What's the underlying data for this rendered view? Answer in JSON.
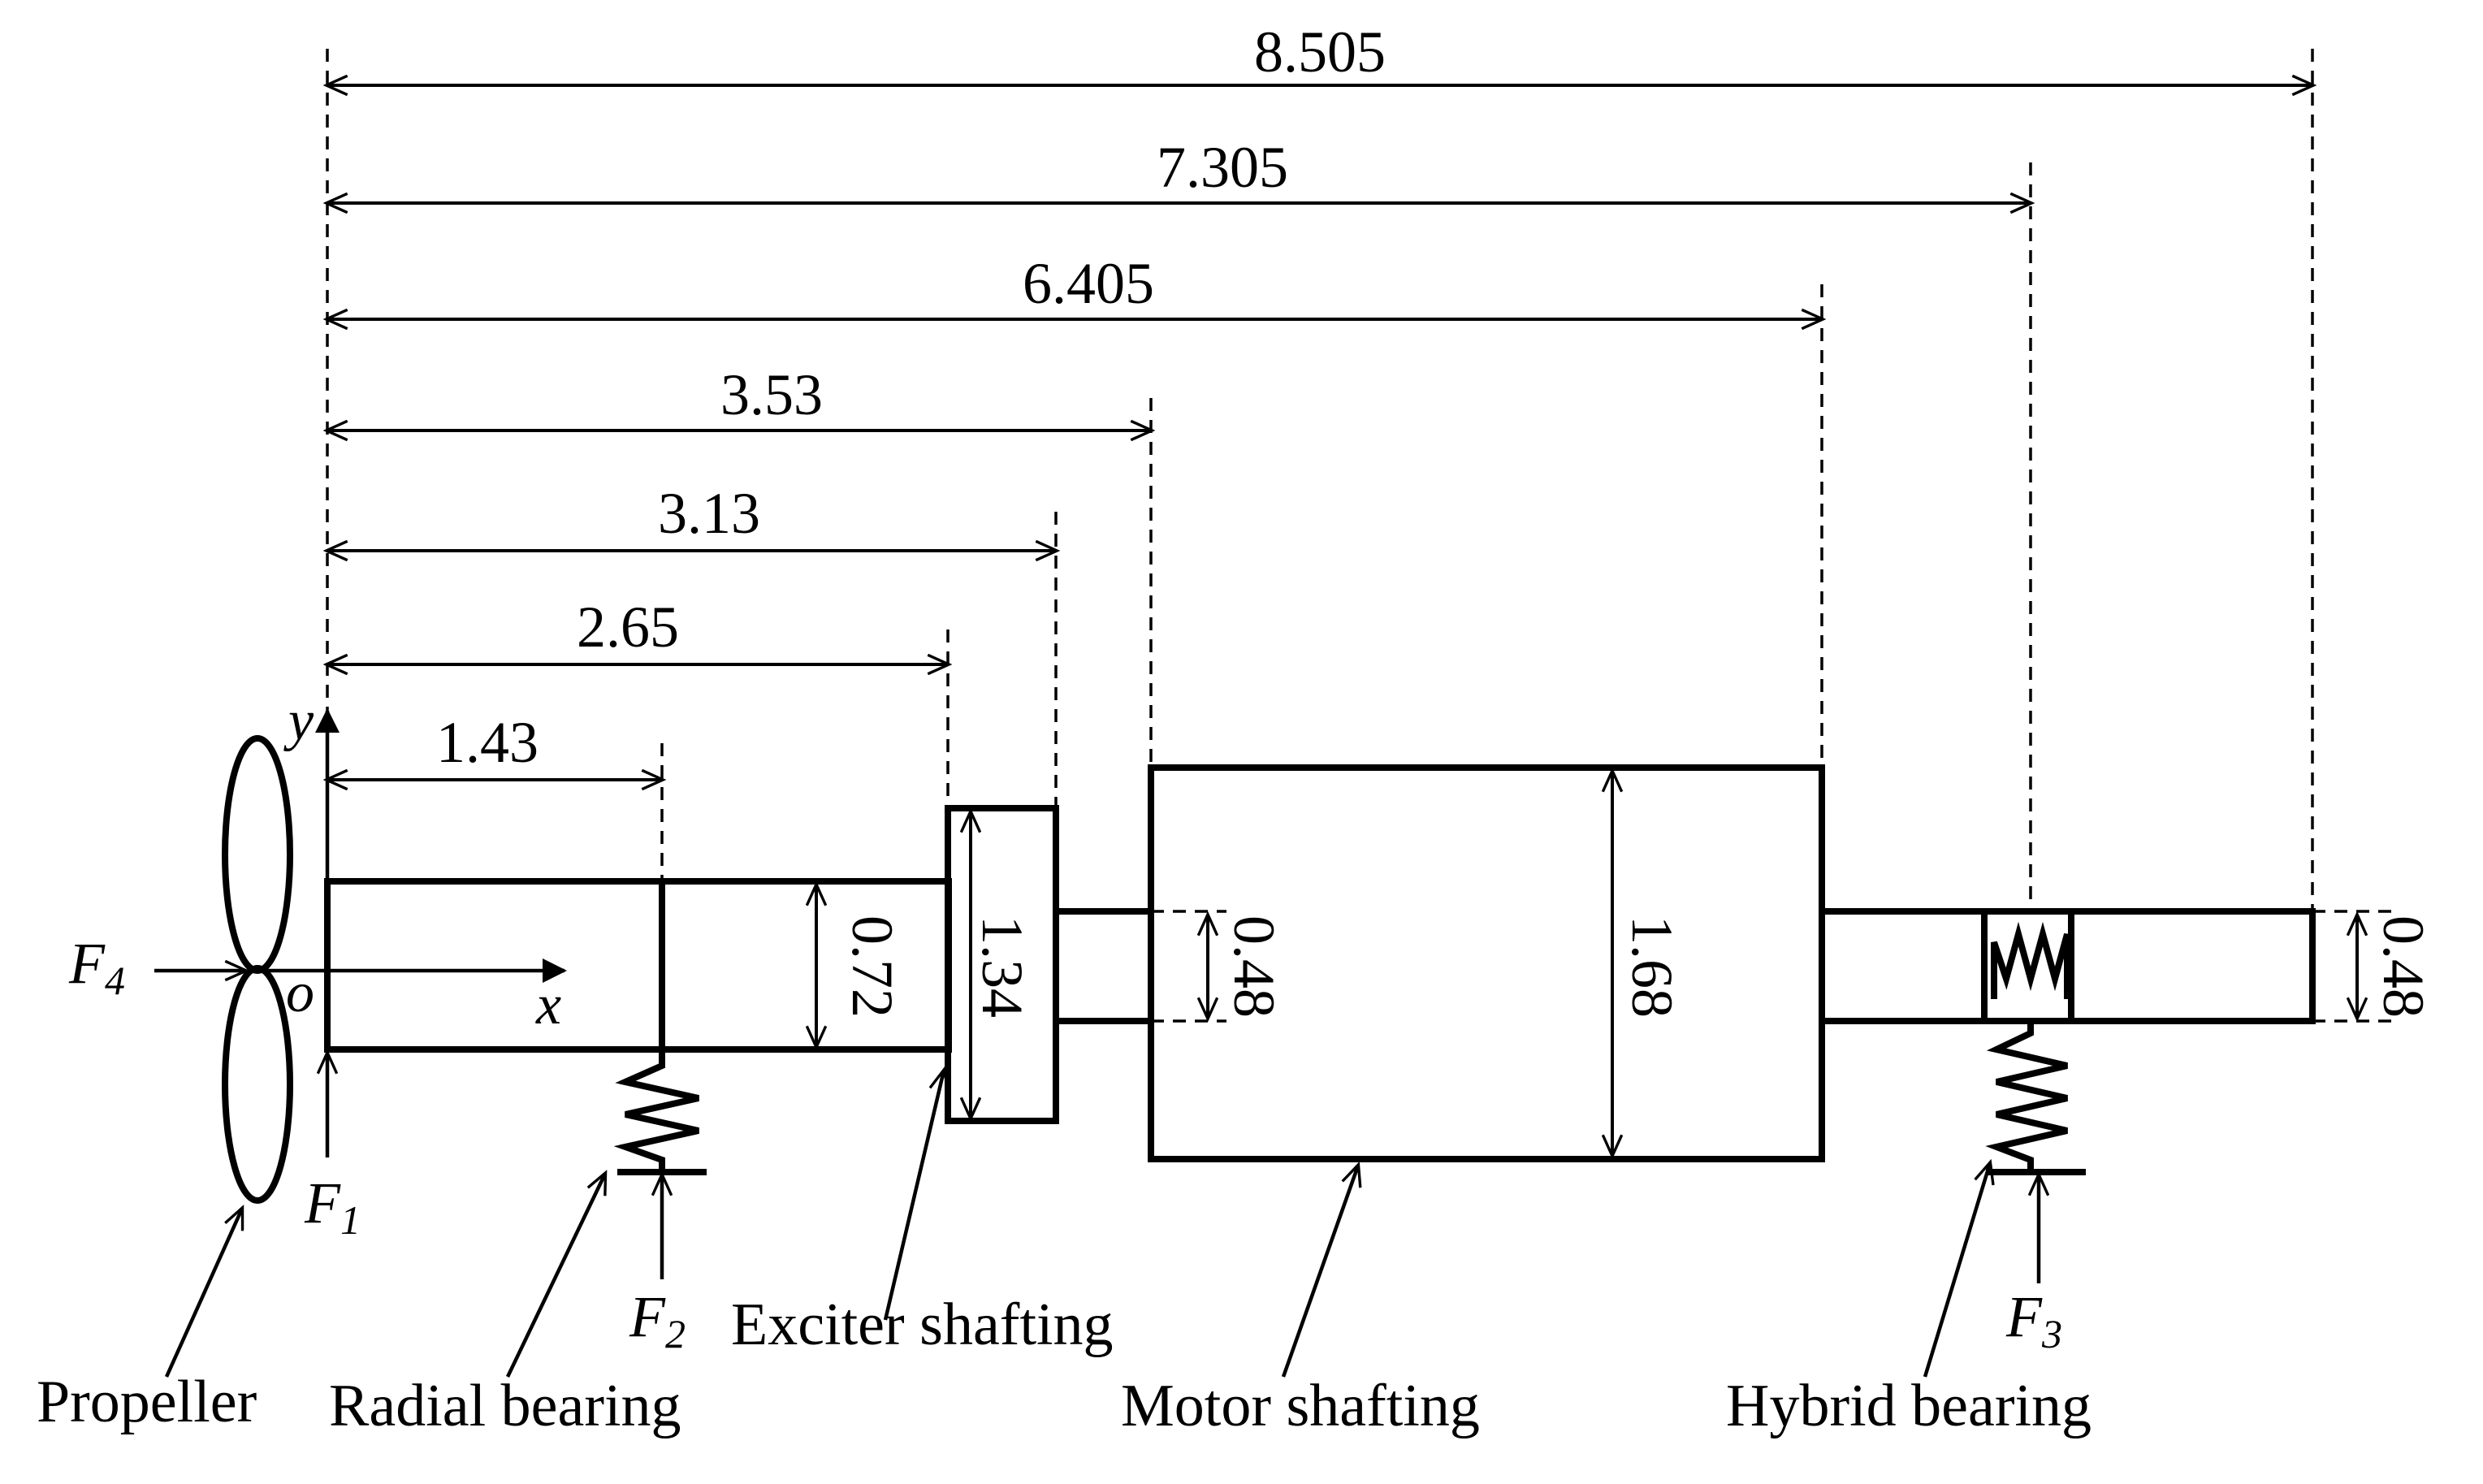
{
  "dimensions": {
    "horizontal": [
      "8.505",
      "7.305",
      "6.405",
      "3.53",
      "3.13",
      "2.65",
      "1.43"
    ],
    "diameters": [
      "0.72",
      "1.34",
      "0.48",
      "1.68",
      "0.48"
    ]
  },
  "axes": {
    "x": "x",
    "y": "y",
    "origin": "o"
  },
  "forces": {
    "f1": {
      "letter": "F",
      "sub": "1"
    },
    "f2": {
      "letter": "F",
      "sub": "2"
    },
    "f3": {
      "letter": "F",
      "sub": "3"
    },
    "f4": {
      "letter": "F",
      "sub": "4"
    }
  },
  "labels": {
    "propeller": "Propeller",
    "radial_bearing": "Radial bearing",
    "exciter_shafting": "Exciter shafting",
    "motor_shafting": "Motor shafting",
    "hybrid_bearing": "Hybrid bearing"
  }
}
